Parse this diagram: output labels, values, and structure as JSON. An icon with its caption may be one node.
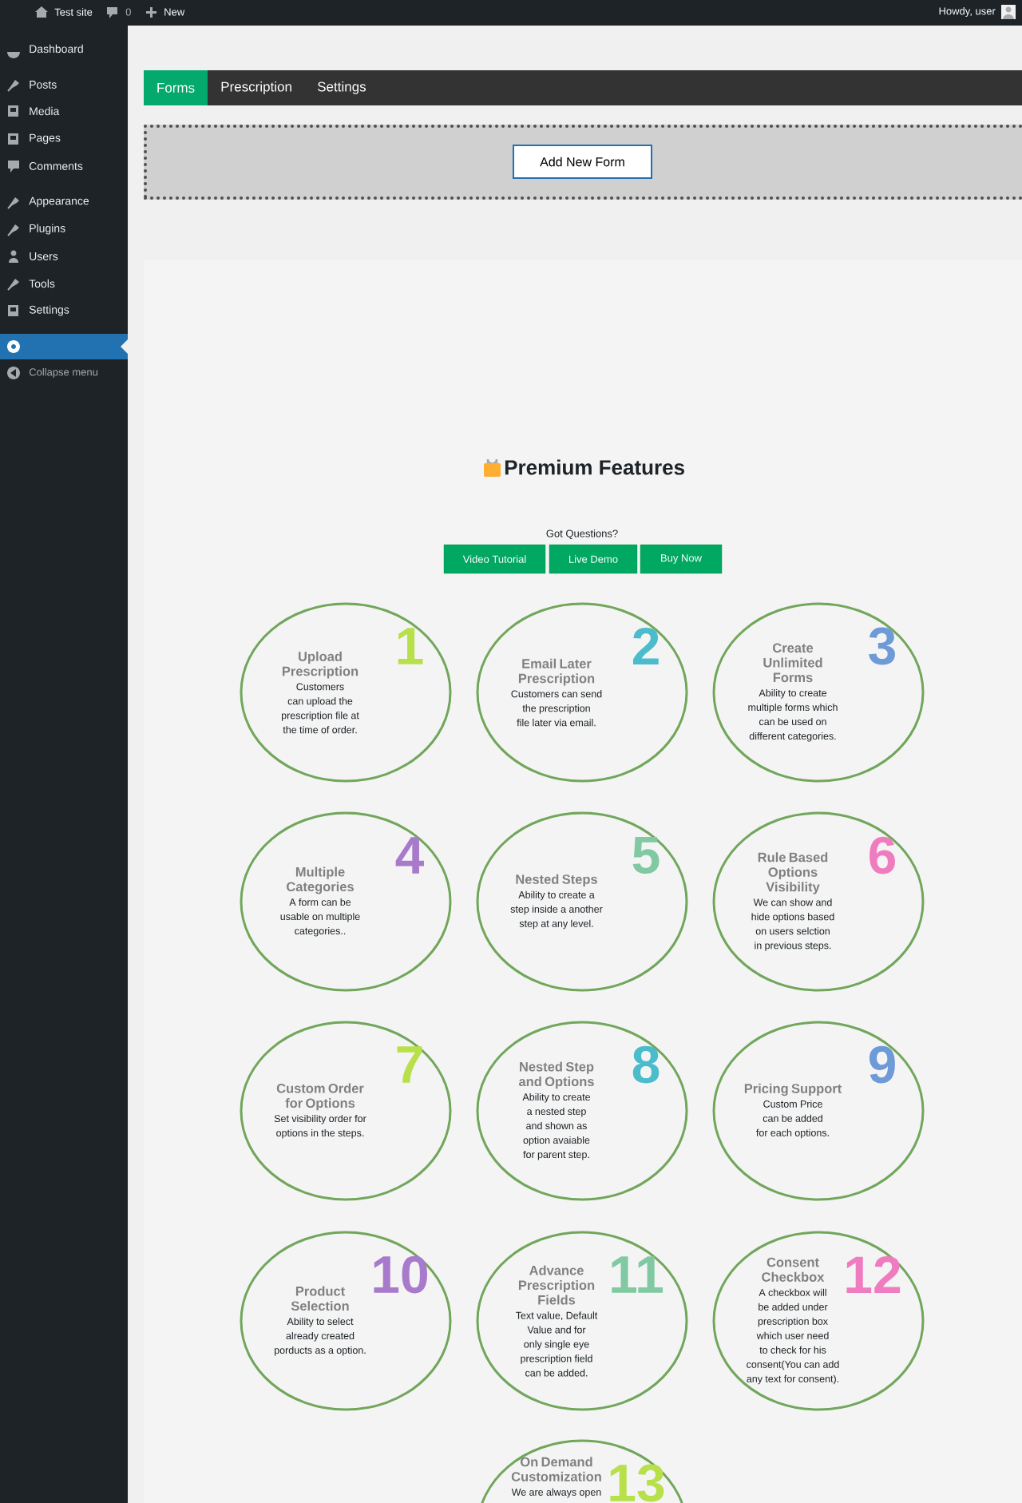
{
  "diagram": {
    "title": "Premium Features",
    "nodes": [
      {
        "text": [
          "Upload Prescription",
          "Customers can upload the prescription file at the time of order.",
          "1"
        ]
      },
      {
        "text": [
          "Email Later Prescription",
          "Customers can send the prescription file later via email.",
          "2"
        ]
      },
      {
        "text": [
          "Create Unlimited Forms",
          "Ability to create multiple forms which can be used on different categories.",
          "3"
        ]
      },
      {
        "text": [
          "Multiple Categories",
          "A form can be usable on multiple categories..",
          "4"
        ]
      },
      {
        "text": [
          "Nested Steps",
          "Ability to create a step inside a another step at any level.",
          "5"
        ]
      },
      {
        "text": [
          "Rule Based Options Visibility",
          "We can show and hide options based on users selction in previous steps.",
          "6"
        ]
      },
      {
        "text": [
          "Custom Order for Options",
          "Set visibility order for options in the steps.",
          "7"
        ]
      },
      {
        "text": [
          "Nested Step and Options",
          "Ability to create a nested step and shown as option avaiable for parent step.",
          "8"
        ]
      },
      {
        "text": [
          "Pricing Support",
          "Custom Price can be added for each options.",
          "9"
        ]
      },
      {
        "text": [
          "Product Selection",
          "Ability to select already created porducts as a option.",
          "10"
        ]
      },
      {
        "text": [
          "Advance Prescription Fields",
          "Text value, Default Value and for only single eye prescription field can be added.",
          "11"
        ]
      },
      {
        "text": [
          "Consent Checkbox",
          "A checkbox will be added under prescription box which user need to check for his consent(You can add any text for consent).",
          "12"
        ]
      },
      {
        "text": [
          "On Demand Customization",
          "We are always open",
          "13"
        ]
      }
    ],
    "labels": [
      "Test site",
      "0",
      "New",
      "Howdy, user",
      "Dashboard",
      "Posts",
      "Media",
      "Pages",
      "Comments",
      "Appearance",
      "Plugins",
      "Users",
      "Tools",
      "Settings",
      "Collapse menu",
      "Forms",
      "Prescription",
      "Settings",
      "Add New Form",
      "Got Questions?",
      "Video Tutorial",
      "Live Demo",
      "Buy Now"
    ]
  }
}
